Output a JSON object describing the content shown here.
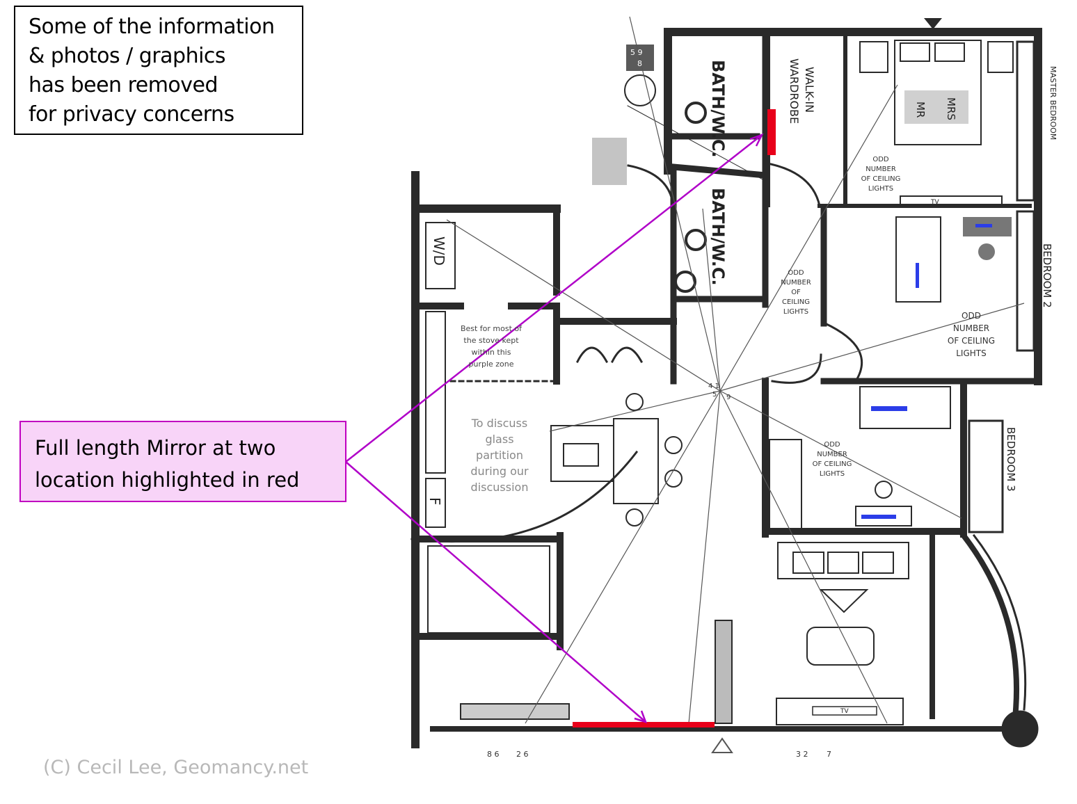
{
  "privacy_notice": {
    "lines": [
      "Some of the information",
      "& photos / graphics",
      "has been removed",
      "for privacy concerns"
    ]
  },
  "callout": {
    "lines": [
      "Full length Mirror at two",
      "location highlighted in red"
    ]
  },
  "copyright": "(C) Cecil Lee, Geomancy.net",
  "rooms": {
    "master_bedroom": "MASTER BEDROOM",
    "bedroom_2": "BEDROOM 2",
    "bedroom_3": "BEDROOM 3",
    "walk_in_wardrobe": [
      "WALK-IN",
      "WARDROBE"
    ],
    "bath_upper": "BATH/W.C.",
    "bath_lower": "BATH/W.C.",
    "wd": "W/D",
    "fridge": "F",
    "bed_mr": "MR",
    "bed_mrs": "MRS",
    "tv_master": "TV",
    "tv_living": "TV"
  },
  "notes": {
    "ceiling_master": [
      "ODD",
      "NUMBER",
      "OF CEILING",
      "LIGHTS"
    ],
    "ceiling_corridor": [
      "ODD",
      "NUMBER",
      "OF",
      "CEILING",
      "LIGHTS"
    ],
    "ceiling_bed2": [
      "ODD",
      "NUMBER",
      "OF CEILING",
      "LIGHTS"
    ],
    "ceiling_bed3": [
      "ODD",
      "NUMBER",
      "OF CEILING",
      "LIGHTS"
    ],
    "stove": [
      "Best for most of",
      "the stove kept",
      "within this",
      "purple zone"
    ],
    "glass": [
      "To discuss",
      "glass",
      "partition",
      "during our",
      "discussion"
    ]
  },
  "markers": {
    "top_marker": [
      "5 9",
      "8"
    ],
    "bottom_left_marker": [
      "8 6",
      "2 6"
    ],
    "bottom_right_marker": [
      "3 2",
      "7"
    ],
    "center_marker": [
      "4 1",
      "5",
      "9"
    ]
  },
  "colors": {
    "mirror_highlight": "#e8001a",
    "callout_line": "#b000c8",
    "callout_fill": "#f8d4f8",
    "wall": "#2a2a2a",
    "redacted": "#2b3de8"
  }
}
